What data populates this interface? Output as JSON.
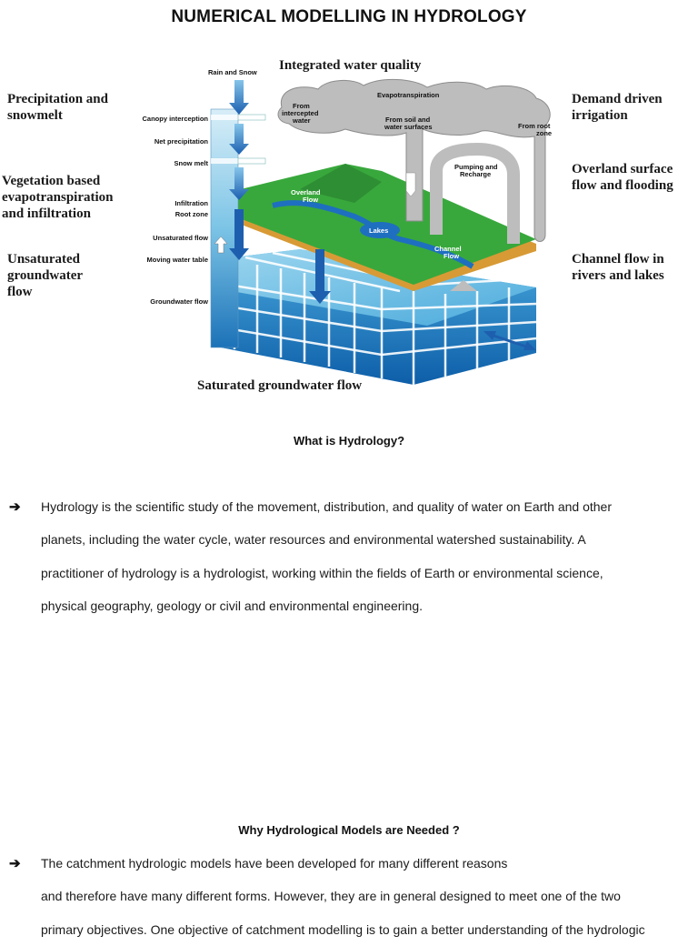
{
  "title": "NUMERICAL MODELLING IN HYDROLOGY",
  "figure": {
    "left_labels": [
      "Precipitation and snowmelt",
      "Vegetation based evapotranspiration and infiltration",
      "Unsaturated groundwater flow"
    ],
    "right_labels": [
      "Demand driven irrigation",
      "Overland surface flow and flooding",
      "Channel flow in rivers and lakes"
    ],
    "top_label": "Integrated water quality",
    "bottom_label": "Saturated groundwater flow",
    "column_labels": [
      "Rain and Snow",
      "Canopy interception",
      "Net precipitation",
      "Snow melt",
      "Infiltration",
      "Root zone",
      "Unsaturated flow",
      "Moving water table",
      "Groundwater flow"
    ],
    "cloud_labels": {
      "evapotranspiration": "Evapotranspiration",
      "from_intercepted": "From intercepted water",
      "from_soil": "From soil and water surfaces",
      "from_root": "From root zone",
      "pumping": "Pumping and Recharge"
    },
    "surface_labels": {
      "overland": "Overland Flow",
      "lakes": "Lakes",
      "channel": "Channel Flow"
    }
  },
  "section1": {
    "heading": "What is Hydrology?",
    "bullet": "➔",
    "lines": [
      "Hydrology is the scientific study of the movement, distribution, and quality of water on Earth and other",
      "planets, including the water cycle, water resources and environmental watershed sustainability. A",
      "practitioner of hydrology is a hydrologist, working within the fields of Earth or environmental science,",
      "physical geography, geology or civil and environmental engineering."
    ]
  },
  "section2": {
    "heading": "Why Hydrological Models are Needed ?",
    "bullet": "➔",
    "lines": [
      "The catchment hydrologic models have been developed for many different reasons",
      "and therefore have many different forms. However, they are in general designed to meet one of the two",
      "primary objectives. One objective of catchment modelling is to gain a better understanding of the hydrologic"
    ]
  }
}
